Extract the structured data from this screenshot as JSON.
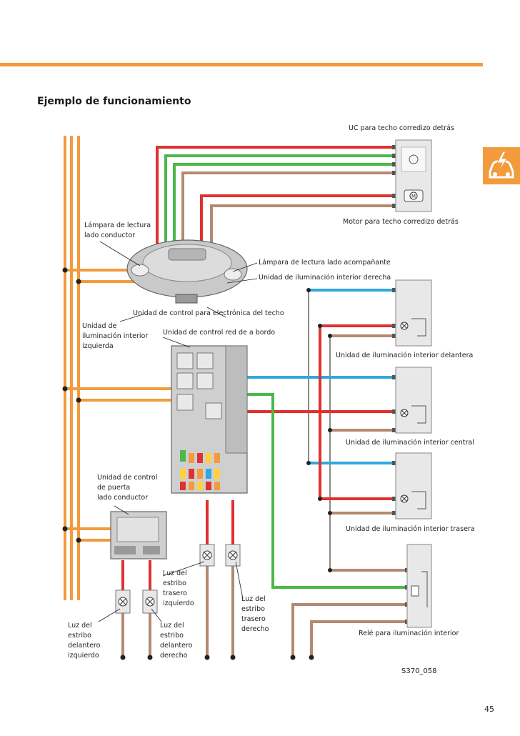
{
  "page": {
    "heading": "Ejemplo de funcionamiento",
    "figure_id": "S370_058",
    "page_number": "45"
  },
  "colors": {
    "orange": "#f29a3c",
    "red": "#e03030",
    "green": "#4cb848",
    "brown": "#b38a70",
    "blue": "#2fa8df",
    "gray": "#8a8a8a"
  },
  "labels": {
    "uc_sunroof": "UC para techo corredizo detrás",
    "sunroof_motor": "Motor para techo corredizo detrás",
    "reading_lamp_driver": "Lámpara de lectura\nlado conductor",
    "reading_lamp_passenger": "Lámpara de lectura lado acompañante",
    "interior_light_right": "Unidad de iluminación interior derecha",
    "roof_electronics": "Unidad de control para electrónica del techo",
    "interior_light_left": "Unidad de\niluminación interior\nizquierda",
    "onboard_network": "Unidad de control red de a bordo",
    "interior_light_front": "Unidad de iluminación interior delantera",
    "interior_light_center": "Unidad de iluminación interior central",
    "door_control_driver": "Unidad de control\nde puerta\nlado conductor",
    "interior_light_rear": "Unidad de iluminación interior trasera",
    "sill_rear_left": "Luz del\nestribo\ntrasero\nizquierdo",
    "sill_rear_right": "Luz del\nestribo\ntrasero\nderecho",
    "sill_front_left": "Luz del\nestribo\ndelantero\nizquierdo",
    "sill_front_right": "Luz del\nestribo\ndelantero\nderecho",
    "relay_interior": "Relé para iluminación interior"
  }
}
